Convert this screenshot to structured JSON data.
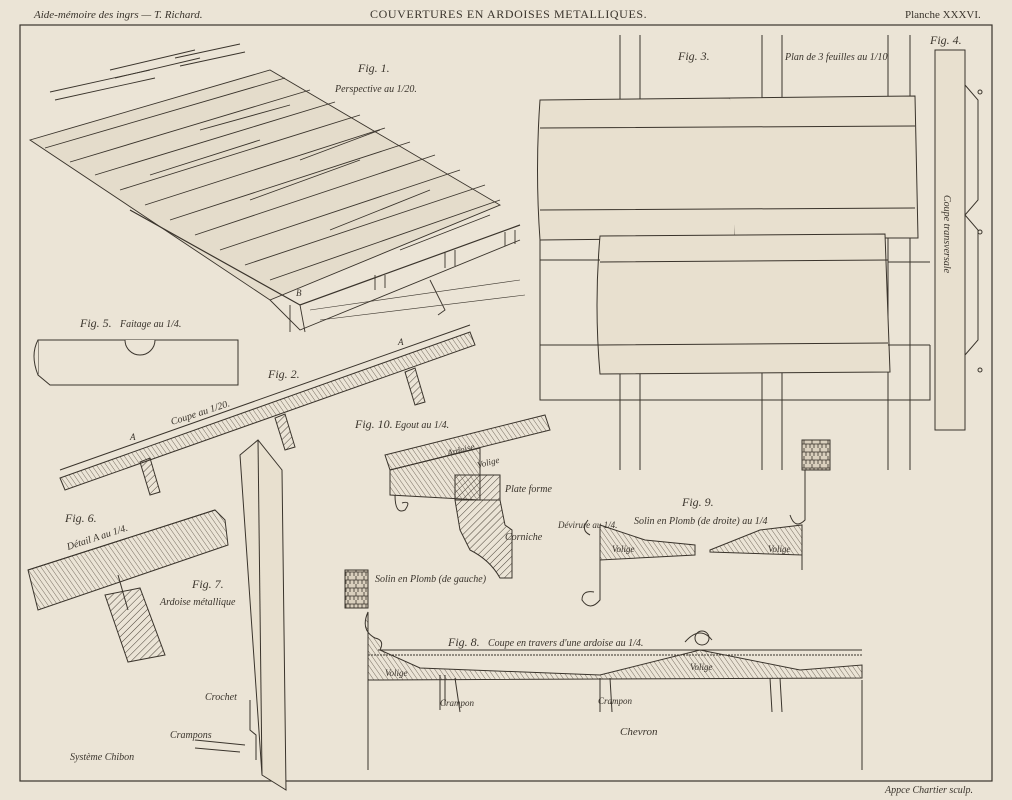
{
  "header": {
    "left": "Aide-mémoire des ingrs — T. Richard.",
    "title": "COUVERTURES EN ARDOISES METALLIQUES.",
    "right": "Planche  XXXVI."
  },
  "footer": {
    "engraver": "Appce Chartier sculp."
  },
  "figures": {
    "fig1": {
      "num": "Fig. 1.",
      "caption": "Perspective au 1/20.",
      "mark_b": "B"
    },
    "fig2": {
      "num": "Fig. 2.",
      "caption": "Coupe au 1/20.",
      "mark_a1": "A",
      "mark_a2": "A"
    },
    "fig3": {
      "num": "Fig. 3.",
      "caption": "Plan de 3 feuilles au 1/10"
    },
    "fig4": {
      "num": "Fig. 4.",
      "caption": "Coupe transversale"
    },
    "fig5": {
      "num": "Fig. 5.",
      "caption": "Faitage au 1/4."
    },
    "fig6": {
      "num": "Fig. 6.",
      "caption": "Détail A au 1/4."
    },
    "fig7": {
      "num": "Fig. 7.",
      "caption": "Ardoise métallique",
      "crochet": "Crochet",
      "crampons": "Crampons",
      "systeme": "Système Chibon"
    },
    "fig8": {
      "num": "Fig. 8.",
      "caption": "Coupe en travers d'une ardoise au 1/4.",
      "solin_gauche": "Solin en Plomb (de gauche)",
      "volige1": "Volige",
      "volige2": "Volige",
      "crampon1": "Crampon",
      "crampon2": "Crampon",
      "chevron": "Chevron"
    },
    "fig9": {
      "num": "Fig. 9.",
      "caption": "Solin en Plomb (de droite) au 1/4",
      "volige_left": "Volige",
      "volige_right": "Volige"
    },
    "fig10": {
      "num": "Fig. 10.",
      "caption": "Egout au 1/4.",
      "ardoise": "Ardoise",
      "volige": "Volige",
      "plate_forme": "Plate forme",
      "corniche": "Corniche",
      "devirure": "Dévirure au 1/4."
    }
  }
}
